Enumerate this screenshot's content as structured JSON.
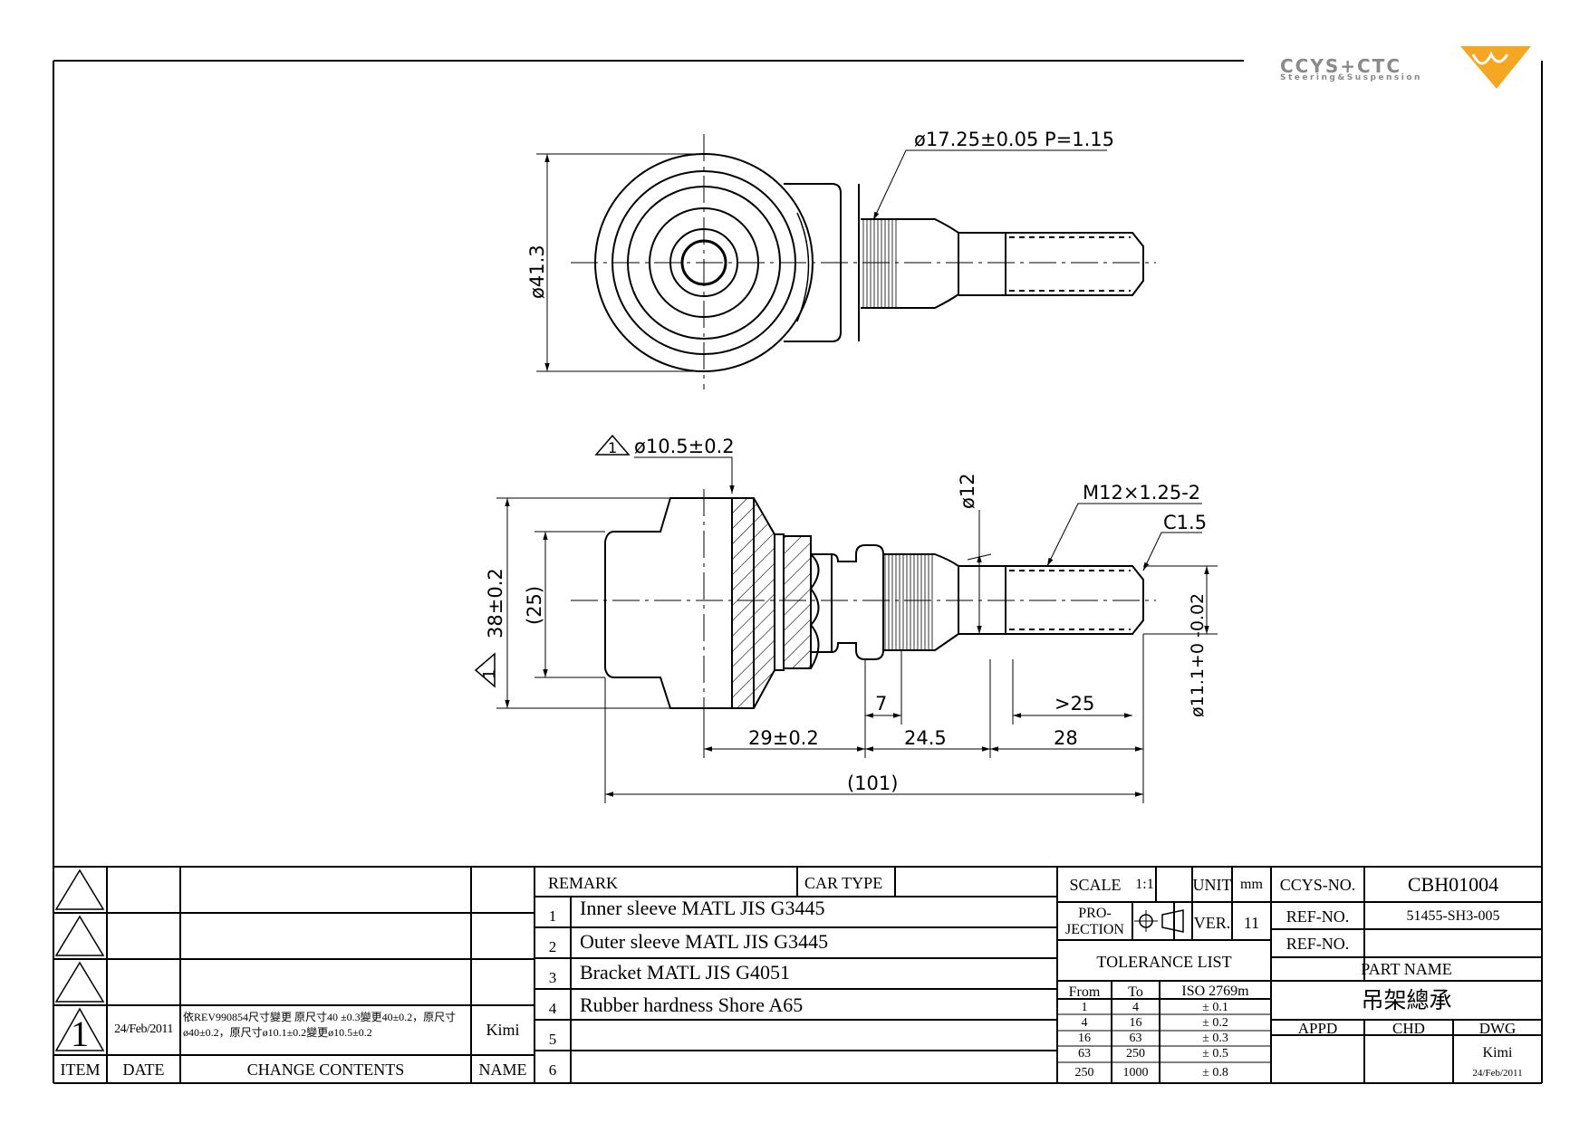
{
  "logo": {
    "brand": "CCYS+CTC",
    "tagline": "Steering&Suspension"
  },
  "dimensions": {
    "thread_dia": "ø17.25±0.05  P=1.15",
    "eye_dia": "ø41.3",
    "inner_dia": "ø10.5±0.2",
    "rev_mark_top": "1",
    "shank_dia": "ø12",
    "thread_spec": "M12×1.25-2",
    "chamfer": "C1.5",
    "height": "38±0.2",
    "rev_mark_left": "1",
    "inner_height": "(25)",
    "pin_dia": "ø11.1+0 -0.02",
    "knurl_len": "7",
    "thread_min": ">25",
    "len_a": "29±0.2",
    "len_b": "24.5",
    "len_c": "28",
    "overall": "(101)"
  },
  "revision_table": {
    "headers": {
      "item": "ITEM",
      "date": "DATE",
      "change": "CHANGE CONTENTS",
      "name": "NAME"
    },
    "rev1": {
      "item": "1",
      "date": "24/Feb/2011",
      "change_line1": "依REV990854尺寸變更 原尺寸40 ±0.3變更40±0.2，原尺寸",
      "change_line2": "ø40±0.2，原尺寸ø10.1±0.2變更ø10.5±0.2",
      "name": "Kimi"
    }
  },
  "remark_table": {
    "remark_label": "REMARK",
    "car_type_label": "CAR TYPE",
    "rows": [
      {
        "no": "1",
        "text": "Inner sleeve MATL JIS G3445"
      },
      {
        "no": "2",
        "text": "Outer sleeve MATL JIS G3445"
      },
      {
        "no": "3",
        "text": "Bracket MATL JIS G4051"
      },
      {
        "no": "4",
        "text": "Rubber hardness Shore A65"
      },
      {
        "no": "5",
        "text": ""
      },
      {
        "no": "6",
        "text": ""
      }
    ]
  },
  "spec": {
    "scale_label": "SCALE",
    "scale_value": "1:1",
    "unit_label": "UNIT",
    "unit_value": "mm",
    "projection_label_1": "PRO-",
    "projection_label_2": "JECTION",
    "ver_label": "VER.",
    "ver_value": "11",
    "tolerance_title": "TOLERANCE LIST",
    "tol_headers": {
      "from": "From",
      "to": "To",
      "std": "ISO 2769m"
    },
    "tolerances": [
      {
        "from": "1",
        "to": "4",
        "tol": "± 0.1"
      },
      {
        "from": "4",
        "to": "16",
        "tol": "± 0.2"
      },
      {
        "from": "16",
        "to": "63",
        "tol": "± 0.3"
      },
      {
        "from": "63",
        "to": "250",
        "tol": "± 0.5"
      },
      {
        "from": "250",
        "to": "1000",
        "tol": "± 0.8"
      }
    ]
  },
  "title_block": {
    "ccys_no_label": "CCYS-NO.",
    "ccys_no": "CBH01004",
    "ref_no_label": "REF-NO.",
    "ref_no": "51455-SH3-005",
    "ref_no_label_2": "REF-NO.",
    "ref_no_2": "",
    "part_name_label": "PART NAME",
    "part_name": "吊架總承",
    "appd_label": "APPD",
    "chd_label": "CHD",
    "dwg_label": "DWG",
    "dwg_name": "Kimi",
    "dwg_date": "24/Feb/2011"
  },
  "colors": {
    "line": "#000000",
    "logo_gray": "#8a8a8a",
    "logo_orange": "#f5a623"
  }
}
